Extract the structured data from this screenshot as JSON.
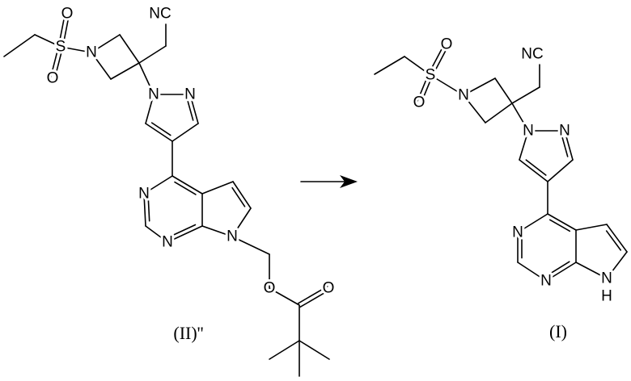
{
  "reaction": {
    "reactant": {
      "label": "(II)''",
      "atoms": {
        "o_top": "O",
        "o_bot": "O",
        "s": "S",
        "n_az": "N",
        "nc": "NC",
        "n1": "N",
        "n2": "N",
        "n3": "N",
        "n_pm": "N",
        "n7": "N",
        "o_ester": "O",
        "o_carb": "O"
      }
    },
    "product": {
      "label": "(I)",
      "atoms": {
        "o_top": "O",
        "o_bot": "O",
        "s": "S",
        "n_az": "N",
        "nc": "NC",
        "n1": "N",
        "n2": "N",
        "n3": "N",
        "n_pm": "N",
        "n7": "N",
        "h": "H"
      }
    },
    "arrow": "reaction-arrow"
  }
}
